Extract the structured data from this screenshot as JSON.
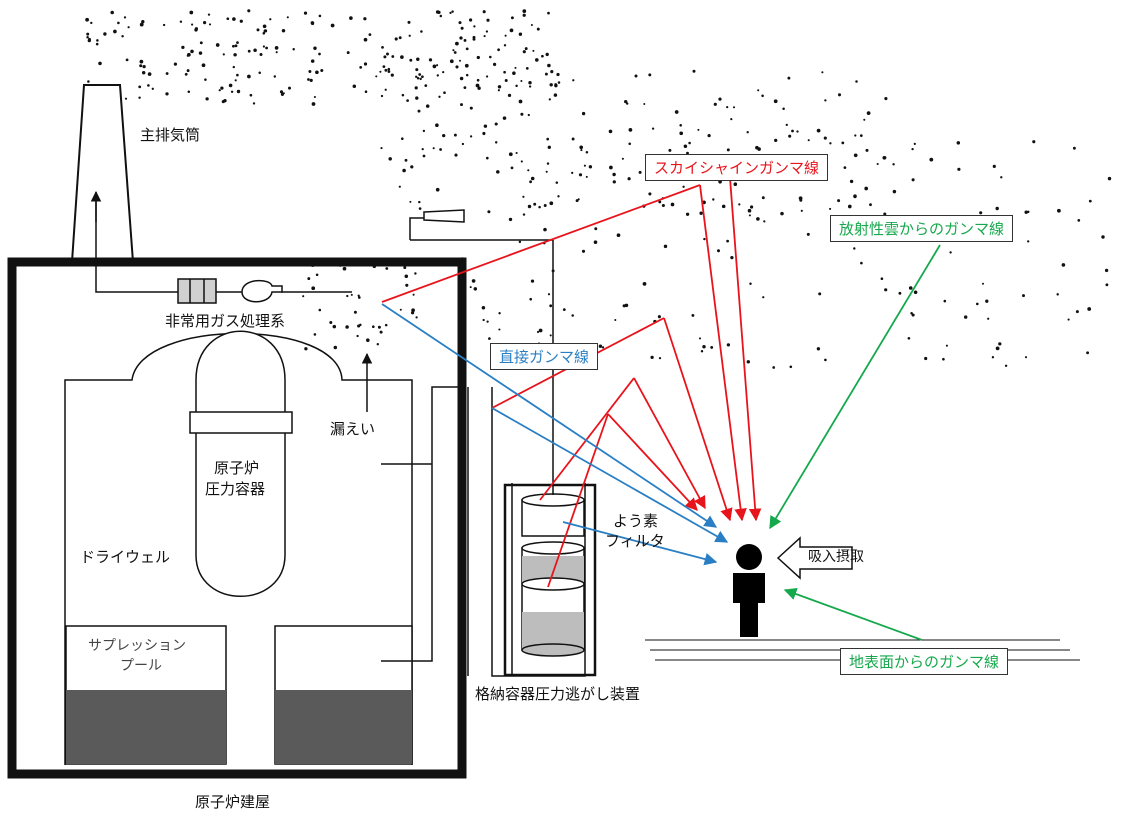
{
  "labels": {
    "stack": "主排気筒",
    "sgts": "非常用ガス処理系",
    "leak": "漏えい",
    "rpv_line1": "原子炉",
    "rpv_line2": "圧力容器",
    "drywell": "ドライウェル",
    "suppression_line1": "サプレッション",
    "suppression_line2": "プール",
    "reactor_building": "原子炉建屋",
    "iodine_filter_line1": "よう素",
    "iodine_filter_line2": "フィルタ",
    "filtered_vent": "格納容器圧力逃がし装置",
    "inhalation": "吸入摂取"
  },
  "radiation_labels": {
    "skyshine": "スカイシャインガンマ線",
    "direct": "直接ガンマ線",
    "cloud": "放射性雲からのガンマ線",
    "ground": "地表面からのガンマ線"
  },
  "colors": {
    "skyshine": "#e8141c",
    "direct": "#2a7fc4",
    "cloud": "#16a84c",
    "ground": "#16a84c",
    "water": "#5a5a5a",
    "filter_fill": "#bdbdbd"
  }
}
